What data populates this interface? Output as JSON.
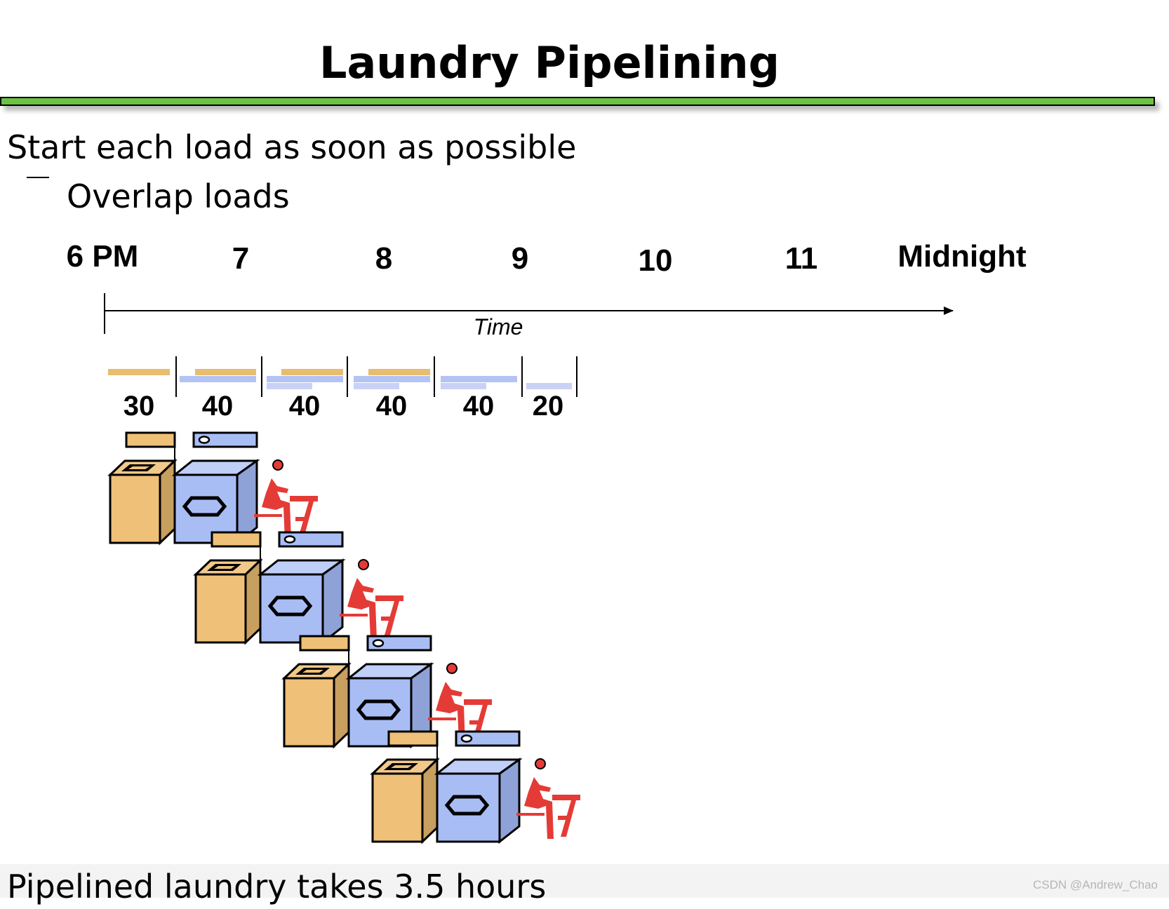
{
  "title": "Laundry Pipelining",
  "bullets": {
    "level1": "Start each load as soon as possible",
    "level2": "Overlap loads"
  },
  "timeline": {
    "hour_labels": [
      "6 PM",
      "7",
      "8",
      "9",
      "10",
      "11",
      "Midnight"
    ],
    "axis_caption": "Time"
  },
  "durations": [
    "30",
    "40",
    "40",
    "40",
    "40",
    "20"
  ],
  "stage_bar_colors": {
    "wash": "#e9bd6e",
    "dry": "#b3c3f4",
    "fold": "#c9d1f7"
  },
  "machine_colors": {
    "washer": "#eec078",
    "dryer": "#a9bdf5",
    "person": "#e43b36"
  },
  "load_count": 4,
  "conclusion": "Pipelined laundry takes 3.5 hours",
  "watermark": "CSDN @Andrew_Chao"
}
